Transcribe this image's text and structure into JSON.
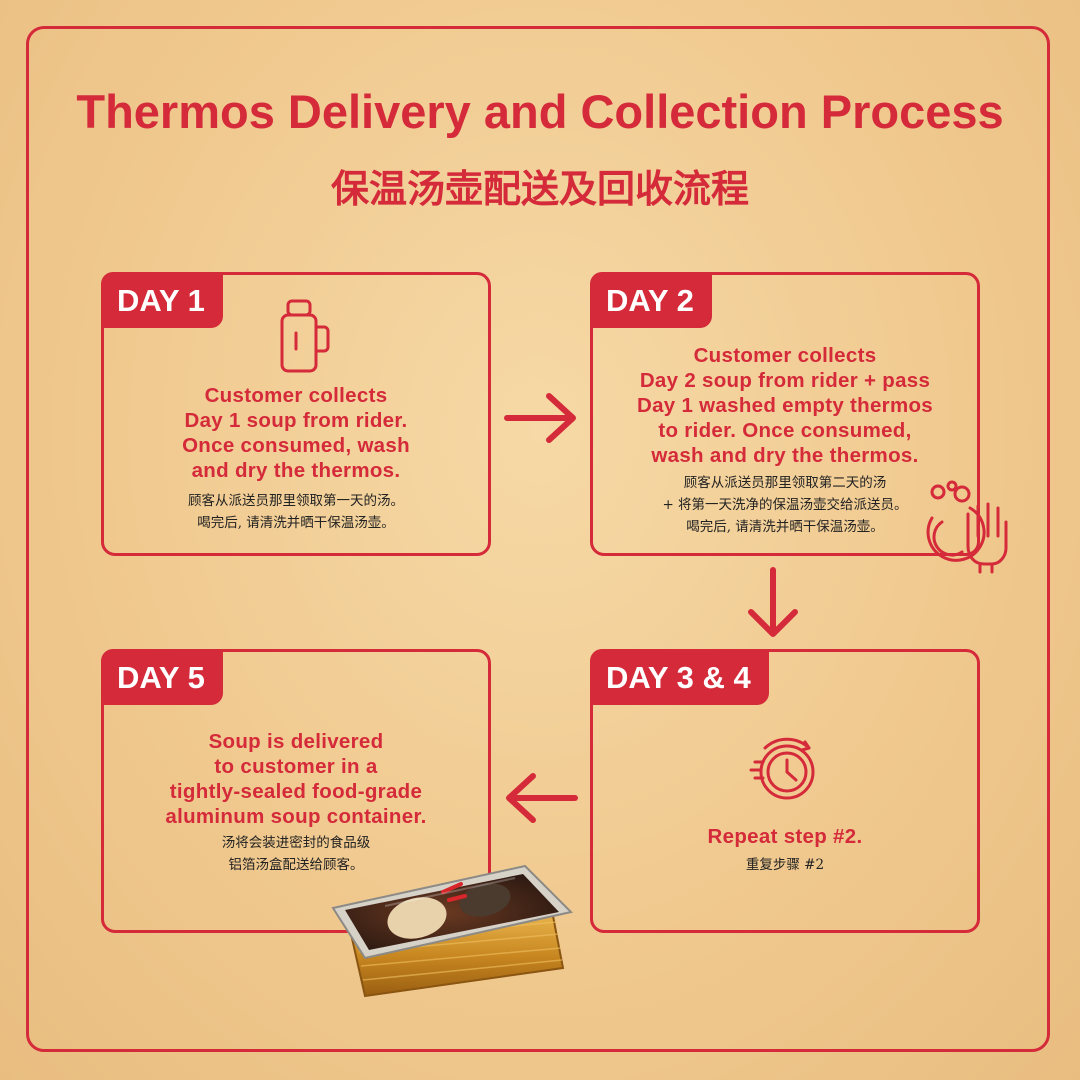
{
  "title": "Thermos Delivery and Collection Process",
  "subtitle": "保温汤壶配送及回收流程",
  "colors": {
    "accent": "#d42a3a",
    "background": "#f0c98f",
    "body_text": "#222222"
  },
  "steps": [
    {
      "day": "DAY 1",
      "icon": "thermos-icon",
      "en_lines": [
        "Customer collects",
        "Day 1 soup from rider.",
        "Once consumed, wash",
        "and dry the thermos."
      ],
      "zh_lines": [
        "顾客从派送员那里领取第一天的汤。",
        "喝完后, 请清洗并晒干保温汤壶。"
      ]
    },
    {
      "day": "DAY 2",
      "icon": "washing-hand-icon",
      "en_lines": [
        "Customer collects",
        "Day 2 soup from rider + pass",
        "Day 1 washed empty thermos",
        "to rider. Once consumed,",
        "wash and dry the thermos."
      ],
      "zh_lines": [
        "顾客从派送员那里领取第二天的汤",
        "+ 将第一天洗净的保温汤壶交给派送员。",
        "喝完后, 请清洗并晒干保温汤壶。"
      ]
    },
    {
      "day": "DAY 3 & 4",
      "icon": "stopwatch-icon",
      "en_lines": [
        "Repeat step #2."
      ],
      "zh_lines": [
        "重复步骤 #2"
      ]
    },
    {
      "day": "DAY 5",
      "icon": "soup-container-image",
      "en_lines": [
        "Soup is delivered",
        "to customer in a",
        "tightly-sealed food-grade",
        "aluminum soup container."
      ],
      "zh_lines": [
        "汤将会装进密封的食品级",
        "铝箔汤盒配送给顾客。"
      ]
    }
  ]
}
